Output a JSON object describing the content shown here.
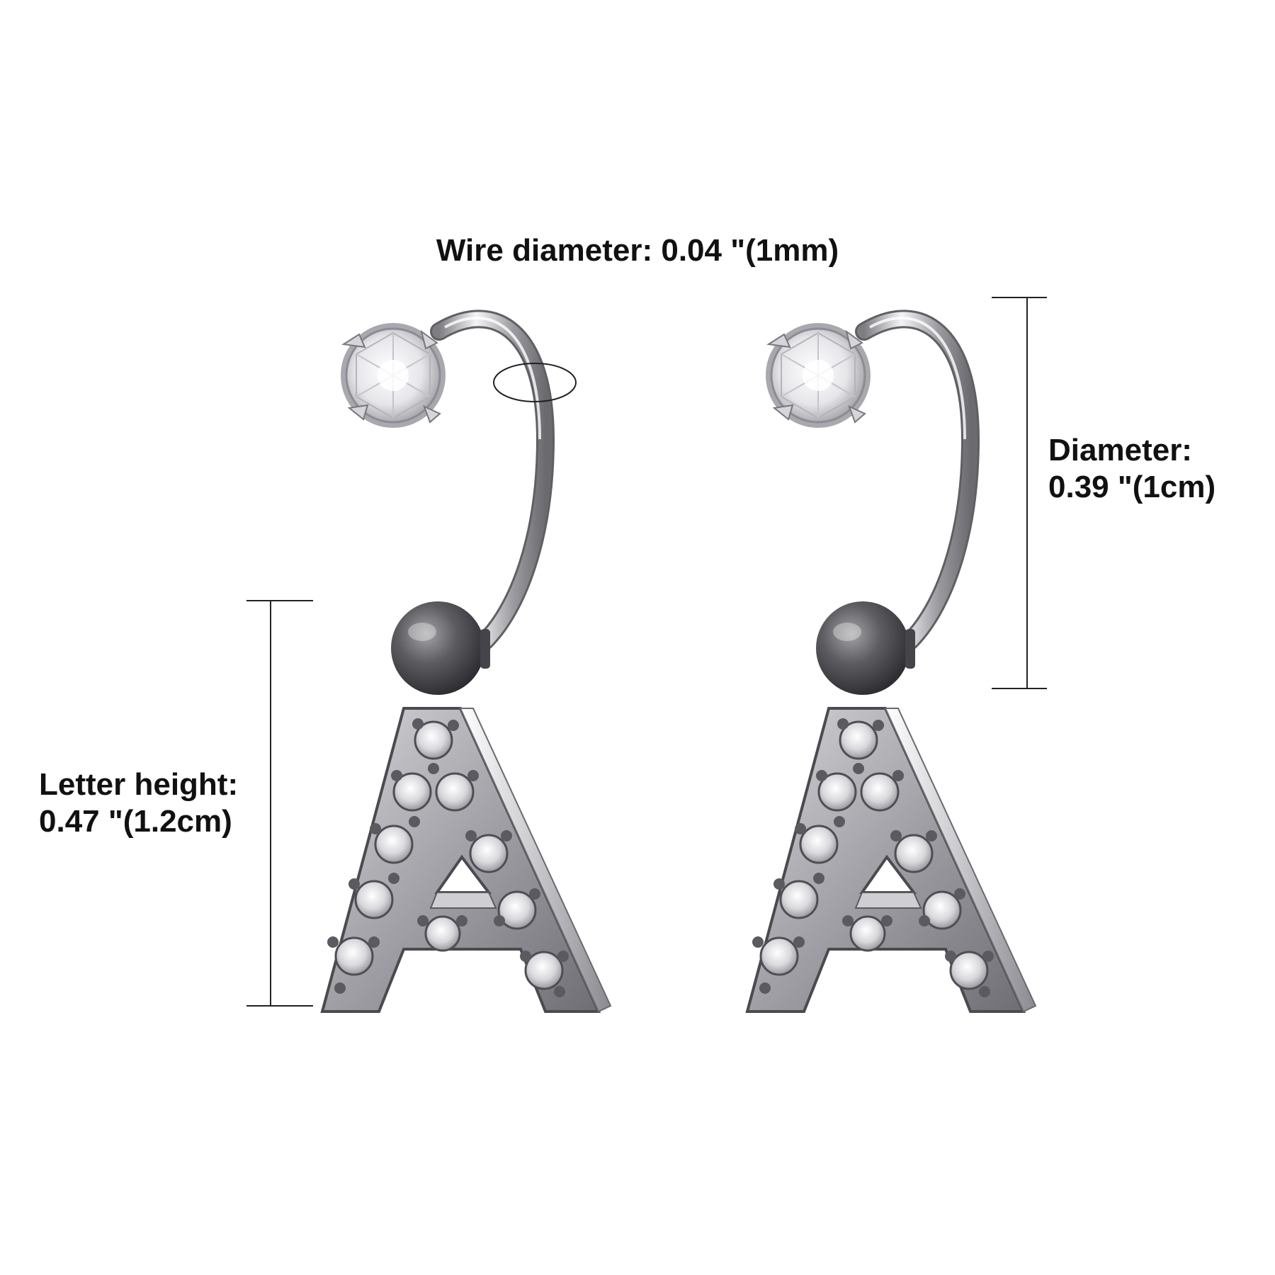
{
  "annotations": {
    "wire_diameter": "Wire diameter: 0.04 \"(1mm)",
    "diameter_title": "Diameter:",
    "diameter_value": "0.39 \"(1cm)",
    "letter_height_title": "Letter height:",
    "letter_height_value": "0.47 \"(1.2cm)"
  },
  "product": {
    "letter": "A",
    "metal_color": "#b8b8bc",
    "ball_color": "#5a5a5f",
    "stone_color": "#f2f2f4",
    "line_color": "#222222"
  }
}
